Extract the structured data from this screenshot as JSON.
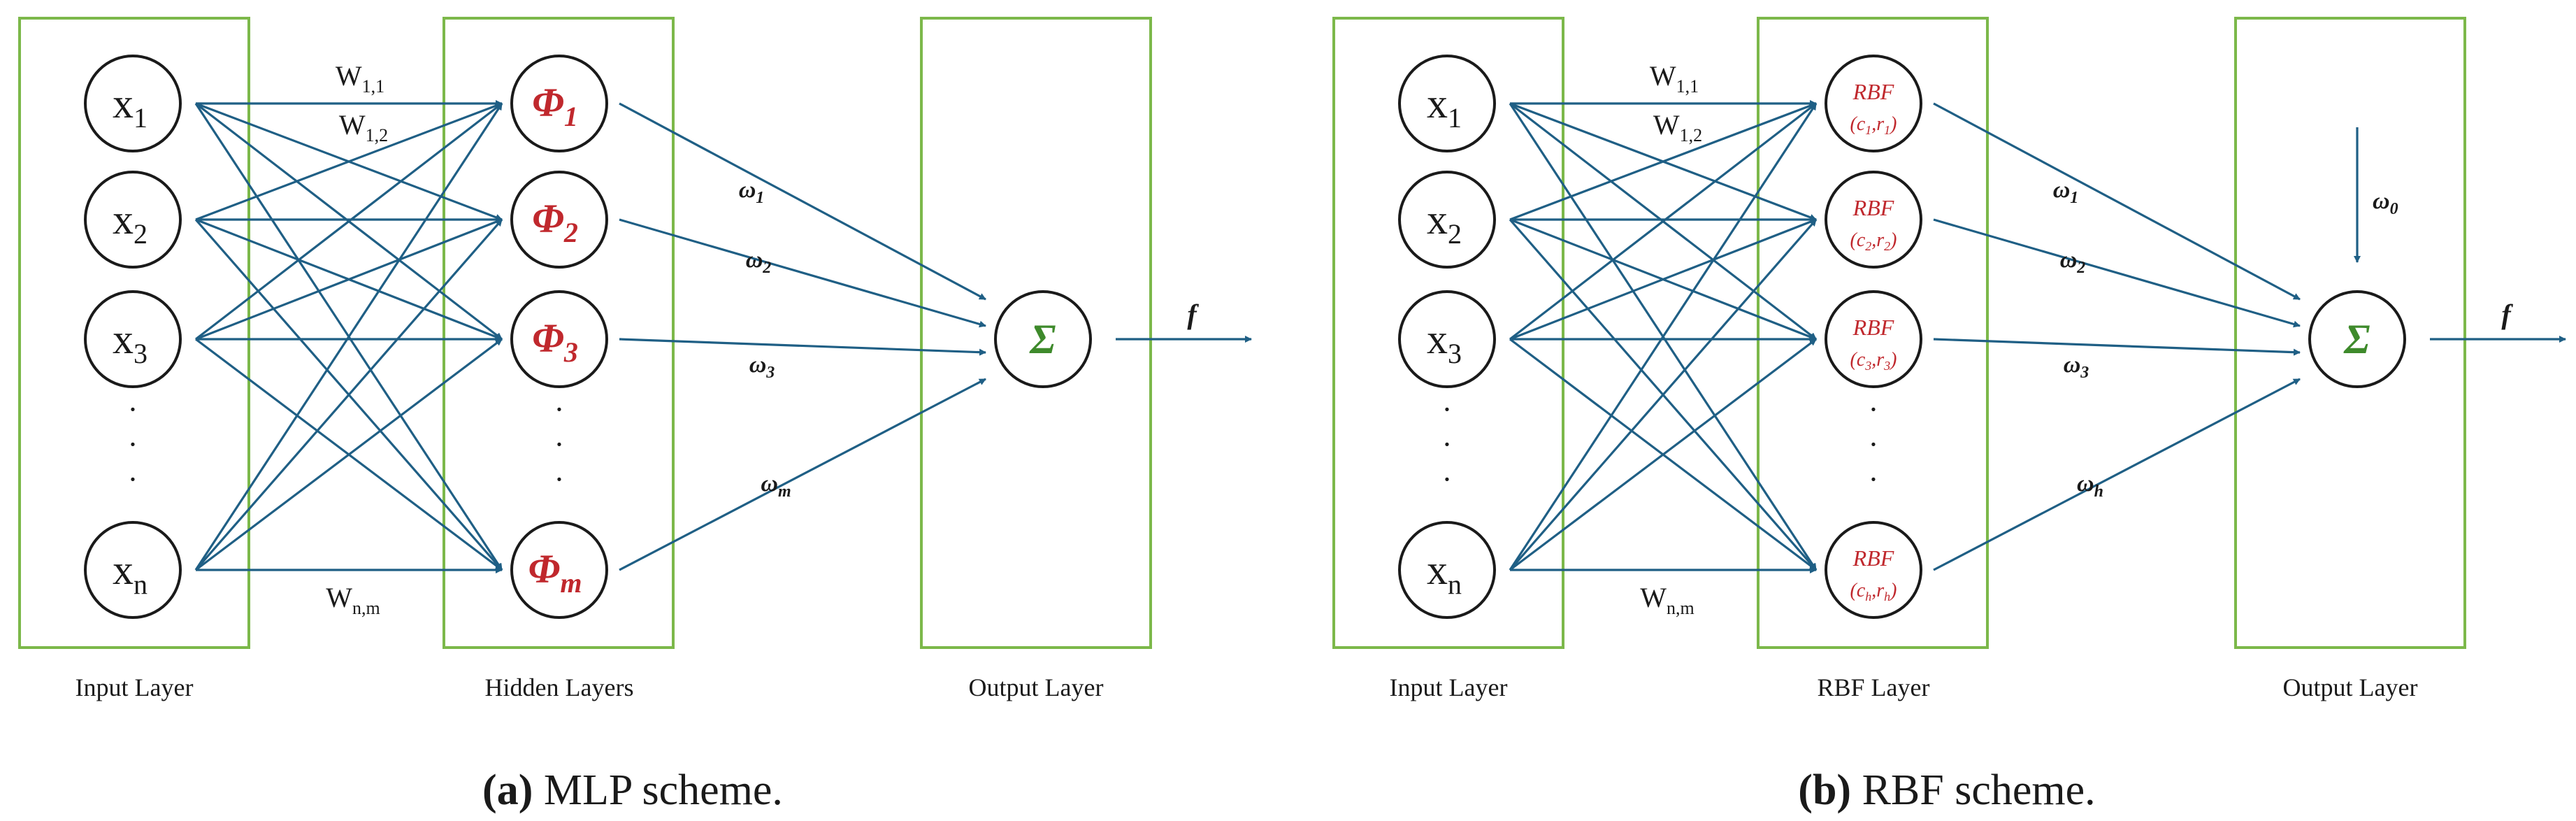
{
  "colors": {
    "box": "#7cb84a",
    "edge": "#1f5f85",
    "phi": "#c0282d",
    "sigma": "#3e8a2b",
    "ink": "#1a1a1a"
  },
  "mlp": {
    "inputs": [
      {
        "base": "x",
        "sub": "1"
      },
      {
        "base": "x",
        "sub": "2"
      },
      {
        "base": "x",
        "sub": "3"
      },
      {
        "base": "x",
        "sub": "n"
      }
    ],
    "hidden": [
      {
        "base": "Φ",
        "sub": "1"
      },
      {
        "base": "Φ",
        "sub": "2"
      },
      {
        "base": "Φ",
        "sub": "3"
      },
      {
        "base": "Φ",
        "sub": "m"
      }
    ],
    "weights": {
      "w11_base": "W",
      "w11_sub": "1,1",
      "w12_base": "W",
      "w12_sub": "1,2",
      "wnm_base": "W",
      "wnm_sub": "n,m"
    },
    "omegas": [
      {
        "base": "ω",
        "sub": "1"
      },
      {
        "base": "ω",
        "sub": "2"
      },
      {
        "base": "ω",
        "sub": "3"
      },
      {
        "base": "ω",
        "sub": "m"
      }
    ],
    "sum_symbol": "Σ",
    "output": "f",
    "layer_labels": {
      "input": "Input Layer",
      "hidden": "Hidden Layers",
      "output": "Output Layer"
    },
    "caption": {
      "tag": "(a)",
      "text": "MLP scheme."
    }
  },
  "rbf": {
    "inputs": [
      {
        "base": "x",
        "sub": "1"
      },
      {
        "base": "x",
        "sub": "2"
      },
      {
        "base": "x",
        "sub": "3"
      },
      {
        "base": "x",
        "sub": "n"
      }
    ],
    "hidden": [
      {
        "label": "RBF",
        "c": "c",
        "cs": "1",
        "r": "r",
        "rs": "1"
      },
      {
        "label": "RBF",
        "c": "c",
        "cs": "2",
        "r": "r",
        "rs": "2"
      },
      {
        "label": "RBF",
        "c": "c",
        "cs": "3",
        "r": "r",
        "rs": "3"
      },
      {
        "label": "RBF",
        "c": "c",
        "cs": "h",
        "r": "r",
        "rs": "h"
      }
    ],
    "weights": {
      "w11_base": "W",
      "w11_sub": "1,1",
      "w12_base": "W",
      "w12_sub": "1,2",
      "wnm_base": "W",
      "wnm_sub": "n,m"
    },
    "omegas": [
      {
        "base": "ω",
        "sub": "1"
      },
      {
        "base": "ω",
        "sub": "2"
      },
      {
        "base": "ω",
        "sub": "3"
      },
      {
        "base": "ω",
        "sub": "h"
      }
    ],
    "bias": {
      "base": "ω",
      "sub": "0"
    },
    "sum_symbol": "Σ",
    "output": "f",
    "layer_labels": {
      "input": "Input Layer",
      "hidden": "RBF Layer",
      "output": "Output Layer"
    },
    "caption": {
      "tag": "(b)",
      "text": "RBF scheme."
    }
  },
  "dots": "·"
}
